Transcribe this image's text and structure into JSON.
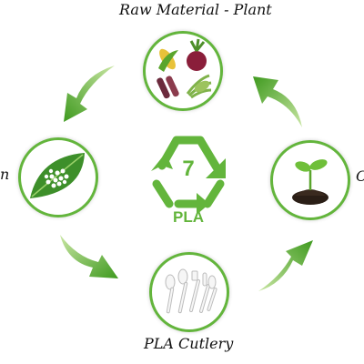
{
  "colors": {
    "accent_green": "#63b53c",
    "arrow_light": "#c9e6a3",
    "arrow_dark": "#3f9a1f"
  },
  "nodes": [
    {
      "id": "raw-material",
      "label": "Raw Material - Plant",
      "icon": "vegetables-icon"
    },
    {
      "id": "sprout",
      "label": "C",
      "icon": "seedling-in-soil-icon"
    },
    {
      "id": "cutlery",
      "label": "PLA Cutlery",
      "icon": "plastic-cutlery-icon"
    },
    {
      "id": "leaf",
      "label": "n",
      "icon": "leaf-with-pellets-icon"
    }
  ],
  "center": {
    "icon": "recycling-triangle-icon",
    "code": "7",
    "material": "PLA"
  }
}
